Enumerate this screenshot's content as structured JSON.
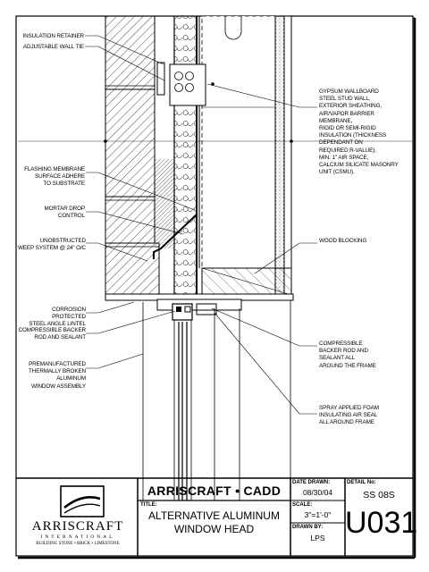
{
  "labels": {
    "insulation_retainer": "INSULATION RETAINER",
    "adjustable_wall_tie": "ADJUSTABLE WALL TIE",
    "wall_assembly": "GYPSUM WALLBOARD\nSTEEL STUD WALL,\nEXTERIOR SHEATHING,\nAIR/VAPOR BARRIER\nMEMBRANE,\nRIGID OR SEMI-RIGID\nINSULATION (THICKNESS\nDEPENDANT ON\nREQUIRED R-VALUE),\nMIN. 1\" AIR SPACE,\nCALCIUM SILICATE MASONRY\nUNIT (CSMU).",
    "flashing_membrane": "FLASHING MEMBRANE\nSURFACE ADHERE\nTO SUBSTRATE",
    "mortar_drop_control": "MORTAR DROP\nCONTROL",
    "weep_system": "UNOBSTRUCTED\nWEEP SYSTEM @ 24\" O/C",
    "wood_blocking": "WOOD BLOCKING",
    "steel_angle_lintel": "CORROSION PROTECTED\nSTEEL ANGLE LINTEL",
    "backer_rod_sealant": "COMPRESSIBLE BACKER\nROD AND SEALANT",
    "window_assembly": "PREMANUFACTURED\nTHERMALLY BROKEN\nALUMINUM\nWINDOW ASSEMBLY",
    "backer_rod_all_around": "COMPRESSIBLE\nBACKER ROD AND\nSEALANT ALL\nAROUND THE FRAME",
    "spray_foam": "SPRAY APPLIED FOAM\nINSULATING AIR SEAL\nALL AROUND FRAME"
  },
  "title_block": {
    "company": "ARRISCRAFT • CADD",
    "title_label": "TITLE:",
    "title": "ALTERNATIVE ALUMINUM\nWINDOW HEAD",
    "date_label": "DATE DRAWN:",
    "date": "08/30/04",
    "scale_label": "SCALE:",
    "scale": "3\"=1'-0\"",
    "drawn_label": "DRAWN BY:",
    "drawn_by": "LPS",
    "detail_label": "DETAIL No:",
    "detail_no": "SS 08S",
    "sheet_no": "U031",
    "logo_name": "ARRISCRAFT",
    "logo_sub": "INTERNATIONAL",
    "logo_tagline": "BUILDING STONE • BRICK • LIMESTONE"
  }
}
